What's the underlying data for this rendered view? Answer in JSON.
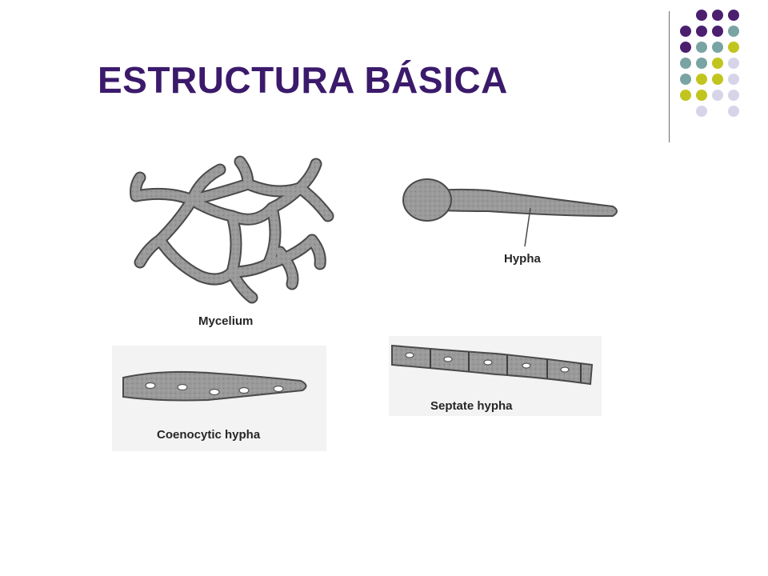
{
  "slide": {
    "title": "ESTRUCTURA BÁSICA"
  },
  "colors": {
    "title": "#3b1a6b",
    "dot_purple": "#4b1e6e",
    "dot_teal": "#7aa3a3",
    "dot_olive": "#c2c41f",
    "dot_lavender": "#d6d5e8",
    "hypha_fill": "#9a9a9a",
    "hypha_stroke": "#4a4a4a",
    "panel_bg": "#f3f3f3"
  },
  "decoration": {
    "dot_rows": [
      [
        "",
        "purple",
        "purple",
        "purple"
      ],
      [
        "purple",
        "purple",
        "purple",
        "teal"
      ],
      [
        "purple",
        "teal",
        "teal",
        "olive"
      ],
      [
        "teal",
        "teal",
        "olive",
        "lavender"
      ],
      [
        "teal",
        "olive",
        "olive",
        "lavender"
      ],
      [
        "olive",
        "olive",
        "lavender",
        "lavender"
      ],
      [
        "",
        "lavender",
        "",
        "lavender"
      ]
    ]
  },
  "diagram": {
    "labels": {
      "mycelium": "Mycelium",
      "hypha": "Hypha",
      "coenocytic": "Coenocytic hypha",
      "septate": "Septate hypha"
    }
  }
}
